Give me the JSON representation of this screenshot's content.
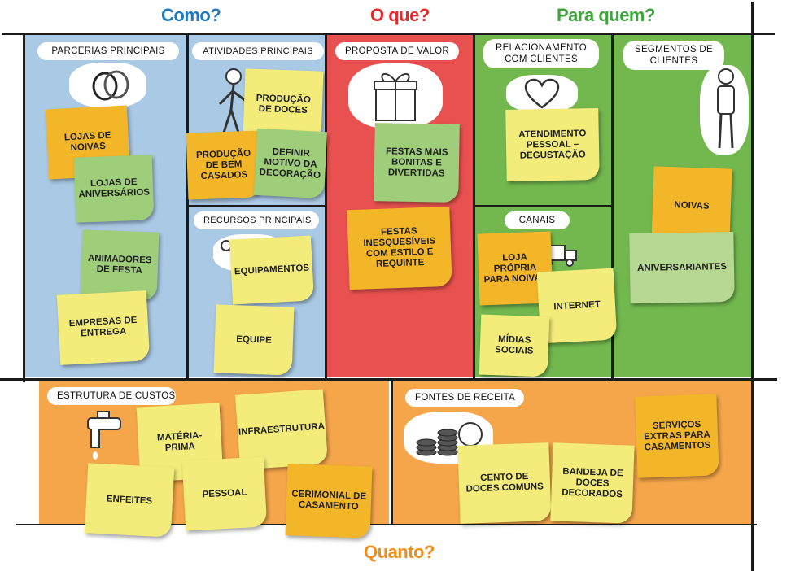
{
  "headers": {
    "como": "Como?",
    "oque": "O que?",
    "paraquem": "Para quem?",
    "quanto": "Quanto?"
  },
  "colors": {
    "blue": "#a9c9e5",
    "red": "#e8514f",
    "green": "#72b84e",
    "orange": "#f5a64a",
    "note_yellow": "#f3ec7a",
    "note_orange": "#f4b629",
    "note_green": "#9fce7a"
  },
  "blocks": {
    "parcerias": {
      "title": "Parcerias Principais",
      "icon": "rings-icon",
      "notes": [
        "Lojas de Noivas",
        "Lojas de Aniversários",
        "Animadores de Festa",
        "Empresas de Entrega"
      ]
    },
    "atividades": {
      "title": "Atividades Principais",
      "icon": "person-working-icon",
      "notes": [
        "Produção de Doces",
        "Produção de Bem Casados",
        "Definir Motivo da Decoração"
      ]
    },
    "recursos": {
      "title": "Recursos Principais",
      "icon": "tools-icon",
      "notes": [
        "Equipamentos",
        "Equipe"
      ]
    },
    "proposta": {
      "title": "Proposta de Valor",
      "icon": "gift-icon",
      "notes": [
        "Festas mais bonitas e divertidas",
        "Festas inesquesíveis com estilo e requinte"
      ]
    },
    "relacionamento": {
      "title_line1": "Relacionamento",
      "title_line2": "com Clientes",
      "icon": "heart-icon",
      "notes": [
        "Atendimento Pessoal – Degustação"
      ]
    },
    "canais": {
      "title": "Canais",
      "icon": "truck-icon",
      "notes": [
        "Loja Própria para Noivas",
        "Internet",
        "Mídias Sociais"
      ]
    },
    "segmentos": {
      "title_line1": "Segmentos de",
      "title_line2": "Clientes",
      "icon": "person-standing-icon",
      "notes": [
        "Noivas",
        "Aniversariantes"
      ]
    },
    "custos": {
      "title": "Estrutura de Custos",
      "icon": "faucet-icon",
      "notes": [
        "Matéria-Prima",
        "Infraestrutura",
        "Enfeites",
        "Pessoal",
        "Cerimonial de Casamento"
      ]
    },
    "receita": {
      "title": "Fontes de Receita",
      "icon": "coins-icon",
      "notes": [
        "Cento de Doces Comuns",
        "Bandeja de Doces Decorados",
        "Serviços Extras para Casamentos"
      ]
    }
  }
}
